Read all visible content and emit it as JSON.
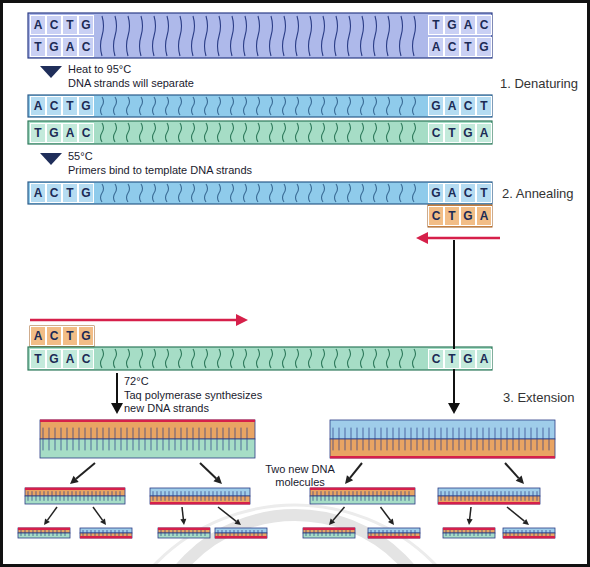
{
  "diagram": {
    "labels": [
      "A",
      "C",
      "T",
      "G",
      "T",
      "G",
      "A",
      "C",
      "T",
      "G",
      "A",
      "C",
      "A",
      "C",
      "T",
      "G",
      "Heat to 95°C",
      "DNA strands will separate",
      "1. Denaturing",
      "A",
      "C",
      "T",
      "G",
      "G",
      "A",
      "C",
      "T",
      "T",
      "G",
      "A",
      "C",
      "C",
      "T",
      "G",
      "A",
      "55°C",
      "Primers bind to template DNA strands",
      "2. Annealing",
      "A",
      "C",
      "T",
      "G",
      "G",
      "A",
      "C",
      "T",
      "C",
      "T",
      "G",
      "A",
      "A",
      "C",
      "T",
      "G",
      "T",
      "G",
      "A",
      "C",
      "C",
      "T",
      "G",
      "A",
      "72°C",
      "Taq polymerase synthesizes new DNA strands",
      "3. Extension",
      "Two new DNA molecules"
    ]
  }
}
